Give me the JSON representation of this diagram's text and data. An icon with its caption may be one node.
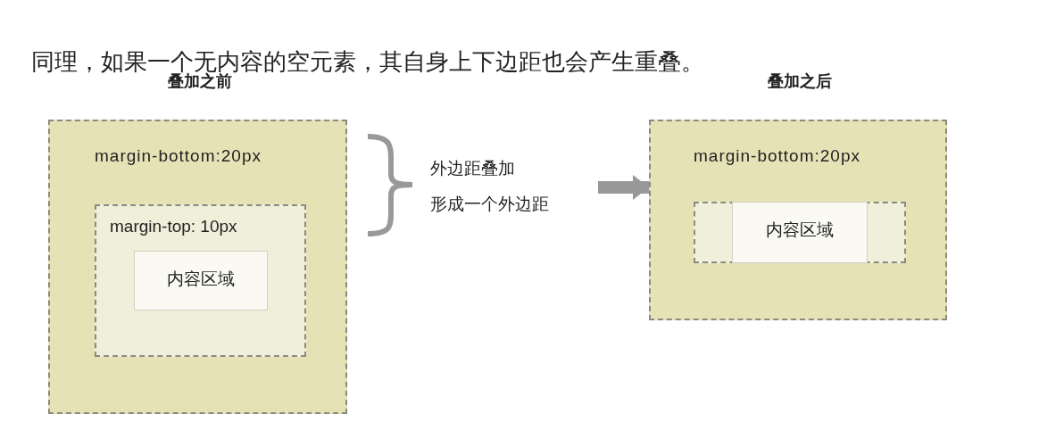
{
  "diagram": {
    "title": "同理，如果一个无内容的空元素，其自身上下边距也会产生重叠。",
    "nodes": [
      {
        "text": [
          "叠加之前",
          "margin-bottom:20px"
        ]
      },
      {
        "text": [
          "margin-top: 10px"
        ],
        "in": 0
      },
      {
        "text": [
          "内容区域"
        ],
        "in": 1
      },
      {
        "text": [
          "外边距叠加",
          "形成一个外边距"
        ]
      },
      {
        "text": [
          "叠加之后",
          "margin-bottom:20px"
        ]
      },
      {
        "text": [],
        "shape": "box",
        "in": 4
      },
      {
        "text": [
          "内容区域"
        ],
        "in": 5
      }
    ],
    "edges": [
      {
        "from": 3,
        "to": 4,
        "arrow": "to"
      }
    ]
  }
}
